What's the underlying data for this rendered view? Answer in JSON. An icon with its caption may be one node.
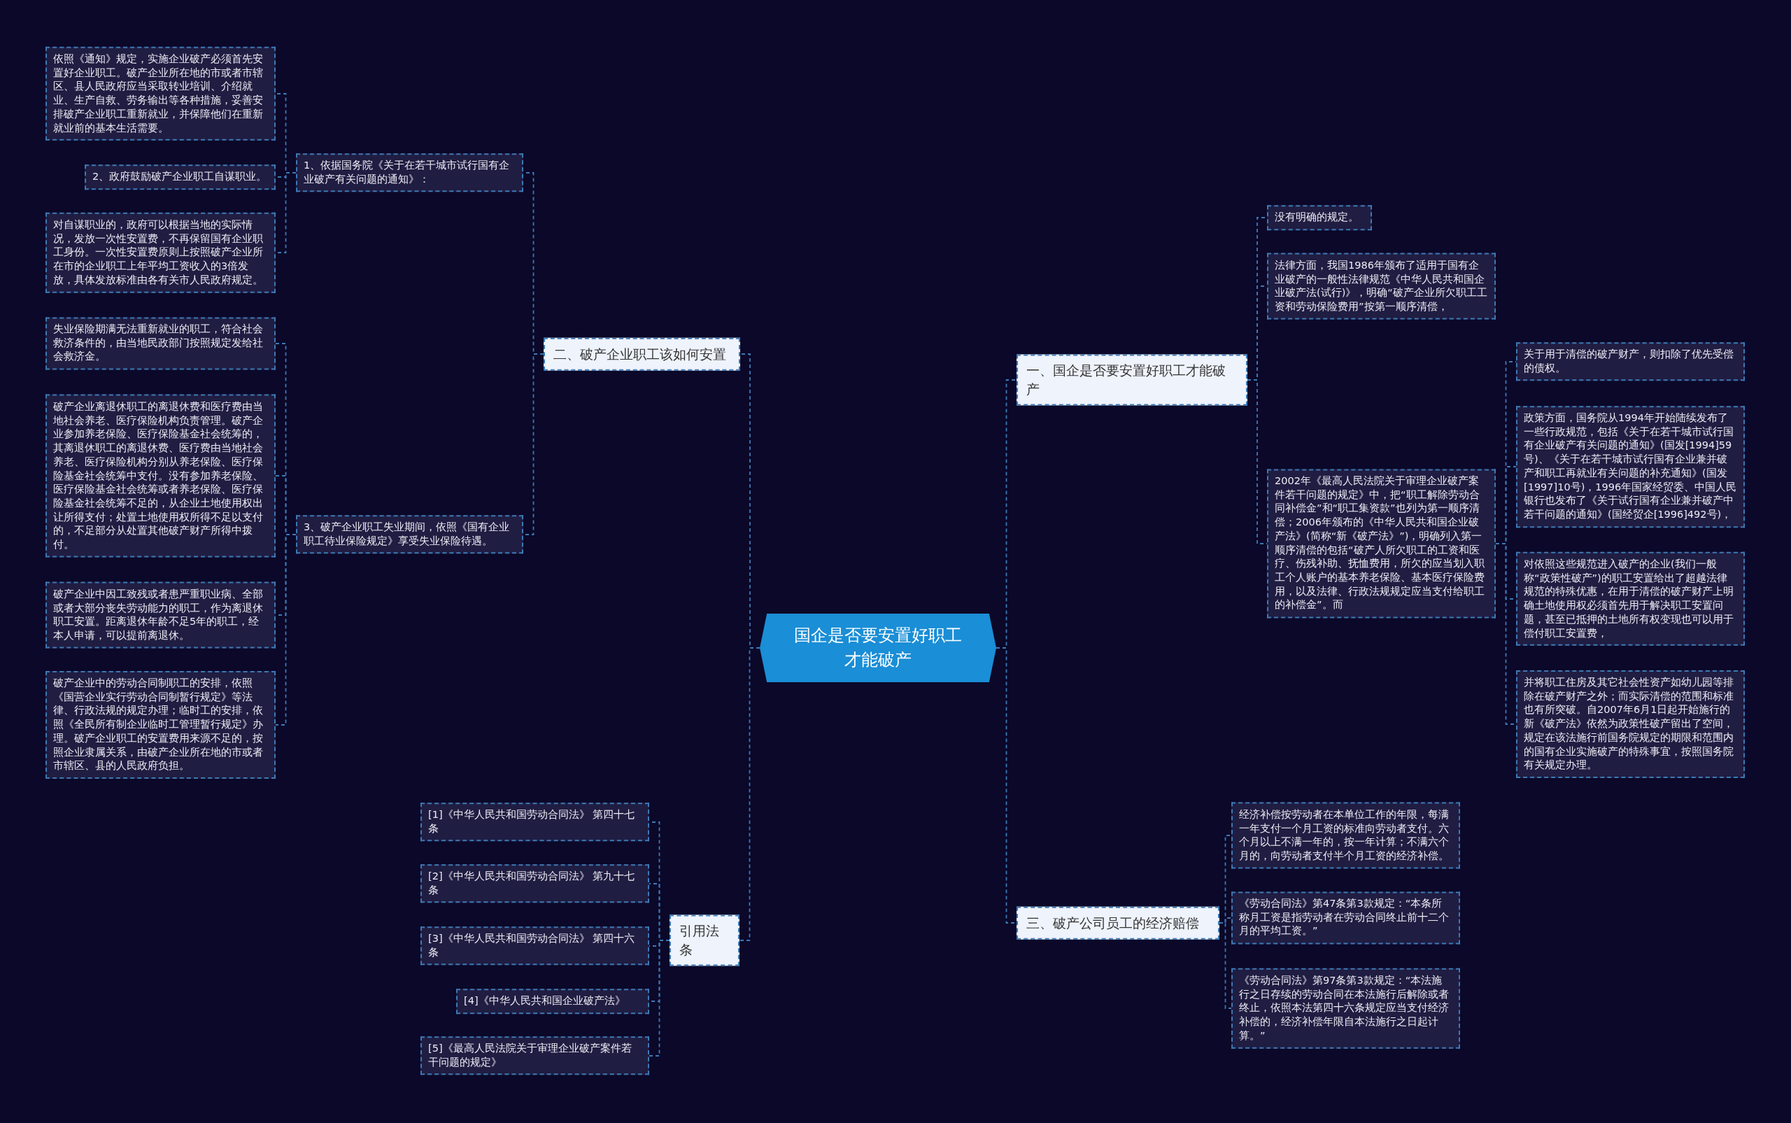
{
  "diagram": {
    "nodes": [
      {
        "text": [
          "国企是否要安置好职工才能破产"
        ]
      },
      {
        "text": [
          "二、破产企业职工该如何安置"
        ]
      },
      {
        "text": [
          "1、依据国务院《关于在若干城市试行国有企业破产有关问题的通知》："
        ]
      },
      {
        "text": [
          "依照《通知》规定，实施企业破产必须首先安置好企业职工。破产企业所在地的市或者市辖区、县人民政府应当采取转业培训、介绍就业、生产自救、劳务输出等各种措施，妥善安排破产企业职工重新就业，并保障他们在重新就业前的基本生活需要。"
        ]
      },
      {
        "text": [
          "2、政府鼓励破产企业职工自谋职业。"
        ]
      },
      {
        "text": [
          "对自谋职业的，政府可以根据当地的实际情况，发放一次性安置费，不再保留国有企业职工身份。一次性安置费原则上按照破产企业所在市的企业职工上年平均工资收入的3倍发放，具体发放标准由各有关市人民政府规定。"
        ]
      },
      {
        "text": [
          "3、破产企业职工失业期间，依照《国有企业职工待业保险规定》享受失业保险待遇。"
        ]
      },
      {
        "text": [
          "失业保险期满无法重新就业的职工，符合社会救济条件的，由当地民政部门按照规定发给社会救济金。"
        ]
      },
      {
        "text": [
          "破产企业离退休职工的离退休费和医疗费由当地社会养老、医疗保险机构负责管理。破产企业参加养老保险、医疗保险基金社会统筹的，其离退休职工的离退休费、医疗费由当地社会养老、医疗保险机构分别从养老保险、医疗保险基金社会统筹中支付。没有参加养老保险、医疗保险基金社会统筹或者养老保险、医疗保险基金社会统筹不足的，从企业土地使用权出让所得支付；处置土地使用权所得不足以支付的，不足部分从处置其他破产财产所得中拨付。"
        ]
      },
      {
        "text": [
          "破产企业中因工致残或者患严重职业病、全部或者大部分丧失劳动能力的职工，作为离退休职工安置。距离退休年龄不足5年的职工，经本人申请，可以提前离退休。"
        ]
      },
      {
        "text": [
          "破产企业中的劳动合同制职工的安排，依照《国营企业实行劳动合同制暂行规定》等法律、行政法规的规定办理；临时工的安排，依照《全民所有制企业临时工管理暂行规定》办理。破产企业职工的安置费用来源不足的，按照企业隶属关系，由破产企业所在地的市或者市辖区、县的人民政府负担。"
        ]
      },
      {
        "text": [
          "引用法条"
        ]
      },
      {
        "text": [
          "[1]《中华人民共和国劳动合同法》 第四十七条"
        ]
      },
      {
        "text": [
          "[2]《中华人民共和国劳动合同法》 第九十七条"
        ]
      },
      {
        "text": [
          "[3]《中华人民共和国劳动合同法》 第四十六条"
        ]
      },
      {
        "text": [
          "[4]《中华人民共和国企业破产法》"
        ]
      },
      {
        "text": [
          "[5]《最高人民法院关于审理企业破产案件若干问题的规定》"
        ]
      },
      {
        "text": [
          "一、国企是否要安置好职工才能破产"
        ]
      },
      {
        "text": [
          "没有明确的规定。"
        ]
      },
      {
        "text": [
          "法律方面，我国1986年颁布了适用于国有企业破产的一般性法律规范《中华人民共和国企业破产法(试行)》，明确“破产企业所欠职工工资和劳动保险费用”按第一顺序清偿，"
        ]
      },
      {
        "text": [
          "2002年《最高人民法院关于审理企业破产案件若干问题的规定》中，把“职工解除劳动合同补偿金”和“职工集资款”也列为第一顺序清偿；2006年颁布的《中华人民共和国企业破产法》(简称“新《破产法》”)，明确列入第一顺序清偿的包括“破产人所欠职工的工资和医疗、伤残补助、抚恤费用，所欠的应当划入职工个人账户的基本养老保险、基本医疗保险费用，以及法律、行政法规规定应当支付给职工的补偿金”。而"
        ]
      },
      {
        "text": [
          "关于用于清偿的破产财产，则扣除了优先受偿的债权。"
        ]
      },
      {
        "text": [
          "政策方面，国务院从1994年开始陆续发布了一些行政规范，包括《关于在若干城市试行国有企业破产有关问题的通知》(国发[1994]59号)、《关于在若干城市试行国有企业兼并破产和职工再就业有关问题的补充通知》(国发[1997]10号)，1996年国家经贸委、中国人民银行也发布了《关于试行国有企业兼并破产中若干问题的通知》(国经贸企[1996]492号)，"
        ]
      },
      {
        "text": [
          "对依照这些规范进入破产的企业(我们一般称“政策性破产”)的职工安置给出了超越法律规范的特殊优惠，在用于清偿的破产财产上明确土地使用权必须首先用于解决职工安置问题，甚至已抵押的土地所有权变现也可以用于偿付职工安置费，"
        ]
      },
      {
        "text": [
          "并将职工住房及其它社会性资产如幼儿园等排除在破产财产之外；而实际清偿的范围和标准也有所突破。自2007年6月1日起开始施行的新《破产法》依然为政策性破产留出了空间，规定在该法施行前国务院规定的期限和范围内的国有企业实施破产的特殊事宜，按照国务院有关规定办理。"
        ]
      },
      {
        "text": [
          "三、破产公司员工的经济赔偿"
        ]
      },
      {
        "text": [
          "经济补偿按劳动者在本单位工作的年限，每满一年支付一个月工资的标准向劳动者支付。六个月以上不满一年的，按一年计算；不满六个月的，向劳动者支付半个月工资的经济补偿。"
        ]
      },
      {
        "text": [
          "《劳动合同法》第47条第3款规定：“本条所称月工资是指劳动者在劳动合同终止前十二个月的平均工资。”"
        ]
      },
      {
        "text": [
          "《劳动合同法》第97条第3款规定：“本法施行之日存续的劳动合同在本法施行后解除或者终止，依照本法第四十六条规定应当支付经济补偿的，经济补偿年限自本法施行之日起计算。”"
        ]
      }
    ],
    "edges": [
      {
        "from": 0,
        "to": 1,
        "arrow": "none"
      },
      {
        "from": 1,
        "to": 2,
        "arrow": "none"
      },
      {
        "from": 2,
        "to": 3,
        "arrow": "none"
      },
      {
        "from": 2,
        "to": 4,
        "arrow": "none"
      },
      {
        "from": 2,
        "to": 5,
        "arrow": "none"
      },
      {
        "from": 1,
        "to": 6,
        "arrow": "none"
      },
      {
        "from": 6,
        "to": 7,
        "arrow": "none"
      },
      {
        "from": 6,
        "to": 8,
        "arrow": "none"
      },
      {
        "from": 6,
        "to": 9,
        "arrow": "none"
      },
      {
        "from": 6,
        "to": 10,
        "arrow": "none"
      },
      {
        "from": 0,
        "to": 11,
        "arrow": "none"
      },
      {
        "from": 11,
        "to": 12,
        "arrow": "none"
      },
      {
        "from": 11,
        "to": 13,
        "arrow": "none"
      },
      {
        "from": 11,
        "to": 14,
        "arrow": "none"
      },
      {
        "from": 11,
        "to": 15,
        "arrow": "none"
      },
      {
        "from": 11,
        "to": 16,
        "arrow": "none"
      },
      {
        "from": 0,
        "to": 17,
        "arrow": "none"
      },
      {
        "from": 17,
        "to": 18,
        "arrow": "none"
      },
      {
        "from": 17,
        "to": 19,
        "arrow": "none"
      },
      {
        "from": 17,
        "to": 20,
        "arrow": "none"
      },
      {
        "from": 20,
        "to": 21,
        "arrow": "none"
      },
      {
        "from": 20,
        "to": 22,
        "arrow": "none"
      },
      {
        "from": 20,
        "to": 23,
        "arrow": "none"
      },
      {
        "from": 20,
        "to": 24,
        "arrow": "none"
      },
      {
        "from": 0,
        "to": 25,
        "arrow": "none"
      },
      {
        "from": 25,
        "to": 26,
        "arrow": "none"
      },
      {
        "from": 25,
        "to": 27,
        "arrow": "none"
      },
      {
        "from": 25,
        "to": 28,
        "arrow": "none"
      }
    ]
  }
}
